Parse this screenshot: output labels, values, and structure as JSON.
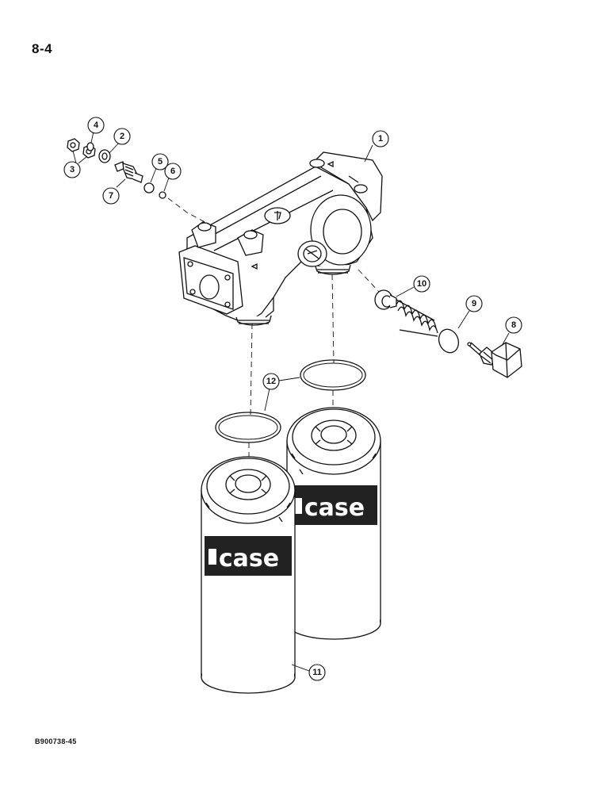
{
  "page": {
    "number": "8-4",
    "figure_code": "B900738-45"
  },
  "parts": [
    {
      "id": "part-1",
      "label": "1"
    },
    {
      "id": "part-2",
      "label": "2"
    },
    {
      "id": "part-3",
      "label": "3"
    },
    {
      "id": "part-4",
      "label": "4"
    },
    {
      "id": "part-5",
      "label": "5"
    },
    {
      "id": "part-6",
      "label": "6"
    },
    {
      "id": "part-7",
      "label": "7"
    },
    {
      "id": "part-8",
      "label": "8"
    },
    {
      "id": "part-9",
      "label": "9"
    },
    {
      "id": "part-10",
      "label": "10"
    },
    {
      "id": "part-11",
      "label": "11"
    },
    {
      "id": "part-12",
      "label": "12"
    }
  ],
  "logos": {
    "filter_left": "case",
    "filter_right": "case"
  }
}
